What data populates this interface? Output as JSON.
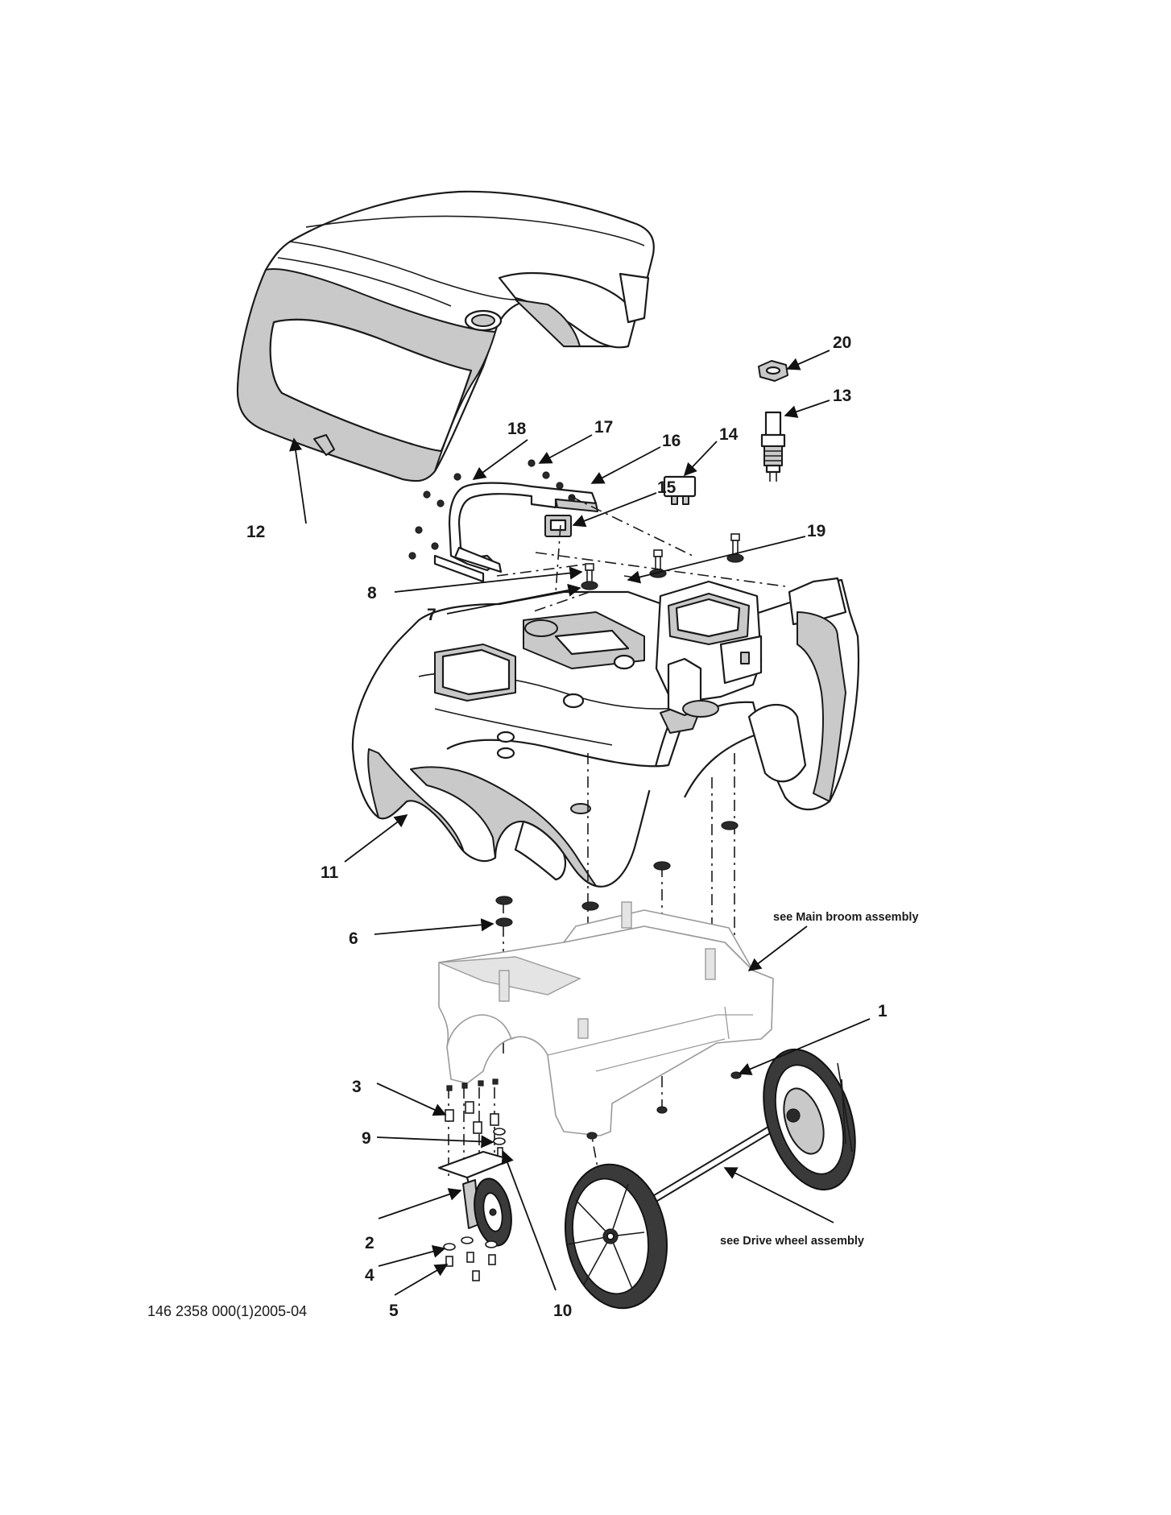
{
  "callouts": {
    "c1": "1",
    "c2": "2",
    "c3": "3",
    "c4": "4",
    "c5": "5",
    "c6": "6",
    "c7": "7",
    "c8": "8",
    "c9": "9",
    "c10": "10",
    "c11": "11",
    "c12": "12",
    "c13": "13",
    "c14": "14",
    "c15": "15",
    "c16": "16",
    "c17": "17",
    "c18": "18",
    "c19": "19",
    "c20": "20"
  },
  "notes": {
    "main_broom": "see Main broom assembly",
    "drive_wheel": "see Drive wheel assembly"
  },
  "document_id": "146 2358 000(1)2005-04"
}
